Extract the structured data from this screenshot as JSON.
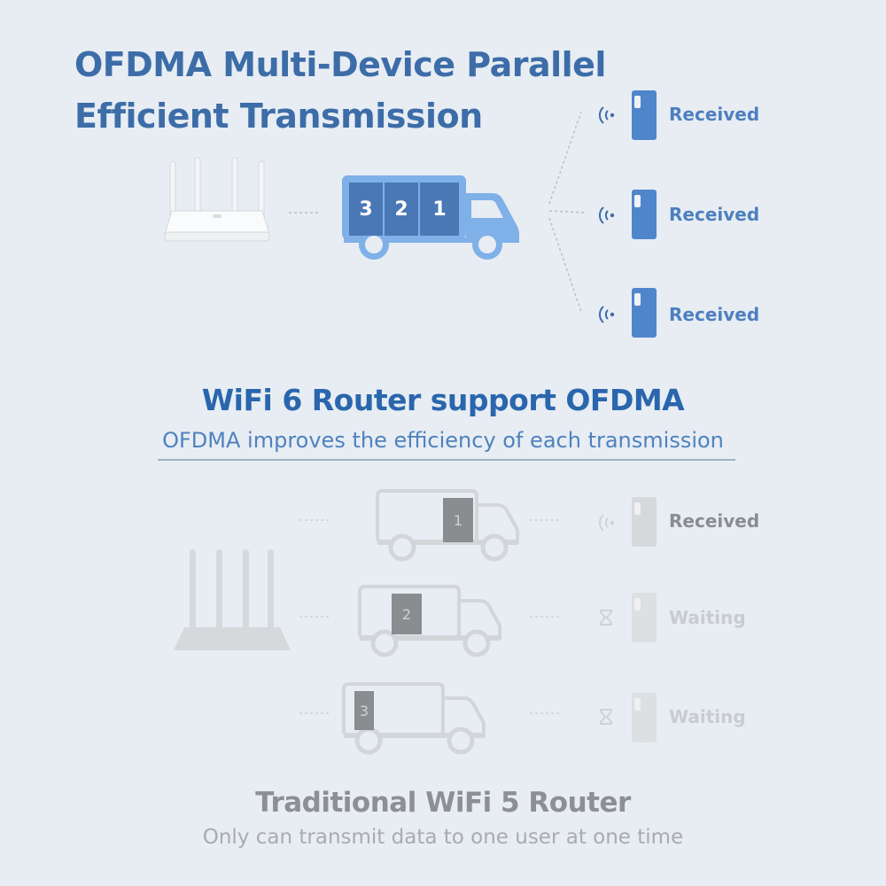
{
  "title": {
    "line1": "OFDMA Multi-Device Parallel",
    "line2": "Efficient Transmission"
  },
  "ofdma": {
    "packets": [
      "3",
      "2",
      "1"
    ],
    "devices": [
      {
        "status": "Received"
      },
      {
        "status": "Received"
      },
      {
        "status": "Received"
      }
    ]
  },
  "middle": {
    "heading": "WiFi 6 Router support OFDMA",
    "subheading": "OFDMA improves the efficiency of each transmission"
  },
  "traditional": {
    "trucks": [
      {
        "packet": "1",
        "status": "Received",
        "status_icon": "wifi-signal-icon"
      },
      {
        "packet": "2",
        "status": "Waiting",
        "status_icon": "hourglass-icon"
      },
      {
        "packet": "3",
        "status": "Waiting",
        "status_icon": "hourglass-icon"
      }
    ]
  },
  "bottom": {
    "heading": "Traditional WiFi 5 Router",
    "subheading": "Only can transmit data to one user at one time"
  },
  "colors": {
    "title_blue": "#3d6da8",
    "heading_blue": "#2a66ad",
    "truck_blue": "#7fb0e8",
    "truck_dark_blue": "#4a78b5",
    "gray_truck": "#d3d6d9",
    "gray_packet": "#8a8d90",
    "background": "#e7edf3"
  }
}
